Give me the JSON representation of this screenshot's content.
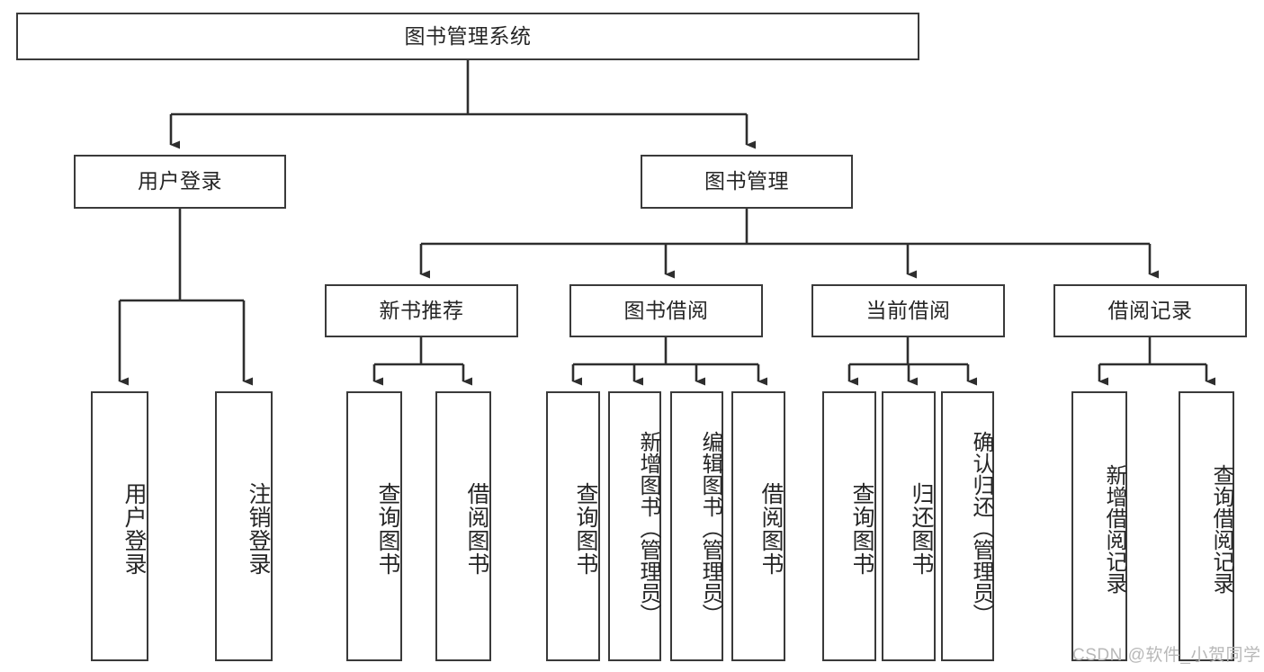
{
  "diagram": {
    "title": "图书管理系统",
    "type": "tree-hierarchy-diagram",
    "root": {
      "id": "root",
      "label": "图书管理系统"
    },
    "level2": [
      {
        "id": "user-login",
        "label": "用户登录"
      },
      {
        "id": "book-management",
        "label": "图书管理"
      }
    ],
    "level3": [
      {
        "id": "new-book-recommend",
        "label": "新书推荐",
        "parent": "book-management"
      },
      {
        "id": "book-borrow",
        "label": "图书借阅",
        "parent": "book-management"
      },
      {
        "id": "current-borrow",
        "label": "当前借阅",
        "parent": "book-management"
      },
      {
        "id": "borrow-record",
        "label": "借阅记录",
        "parent": "book-management"
      }
    ],
    "leaves": [
      {
        "id": "leaf-user-login",
        "label": "用户登录",
        "parent": "user-login"
      },
      {
        "id": "leaf-logout-login",
        "label": "注销登录",
        "parent": "user-login"
      },
      {
        "id": "leaf-query-book-1",
        "label": "查询图书",
        "parent": "new-book-recommend"
      },
      {
        "id": "leaf-borrow-book-1",
        "label": "借阅图书",
        "parent": "new-book-recommend"
      },
      {
        "id": "leaf-query-book-2",
        "label": "查询图书",
        "parent": "book-borrow"
      },
      {
        "id": "leaf-add-book",
        "label": "新增图书（管理员）",
        "parent": "book-borrow"
      },
      {
        "id": "leaf-edit-book",
        "label": "编辑图书（管理员）",
        "parent": "book-borrow"
      },
      {
        "id": "leaf-borrow-book-2",
        "label": "借阅图书",
        "parent": "book-borrow"
      },
      {
        "id": "leaf-query-book-3",
        "label": "查询图书",
        "parent": "current-borrow"
      },
      {
        "id": "leaf-return-book",
        "label": "归还图书",
        "parent": "current-borrow"
      },
      {
        "id": "leaf-confirm-return",
        "label": "确认归还（管理员）",
        "parent": "current-borrow"
      },
      {
        "id": "leaf-add-record",
        "label": "新增借阅记录",
        "parent": "borrow-record"
      },
      {
        "id": "leaf-query-record",
        "label": "查询借阅记录",
        "parent": "borrow-record"
      }
    ]
  },
  "watermark": {
    "text": "CSDN @软件_小贺同学"
  },
  "colors": {
    "border": "#3a3a3a",
    "text": "#262626",
    "background": "#ffffff",
    "watermark": "#b8b8b8"
  }
}
